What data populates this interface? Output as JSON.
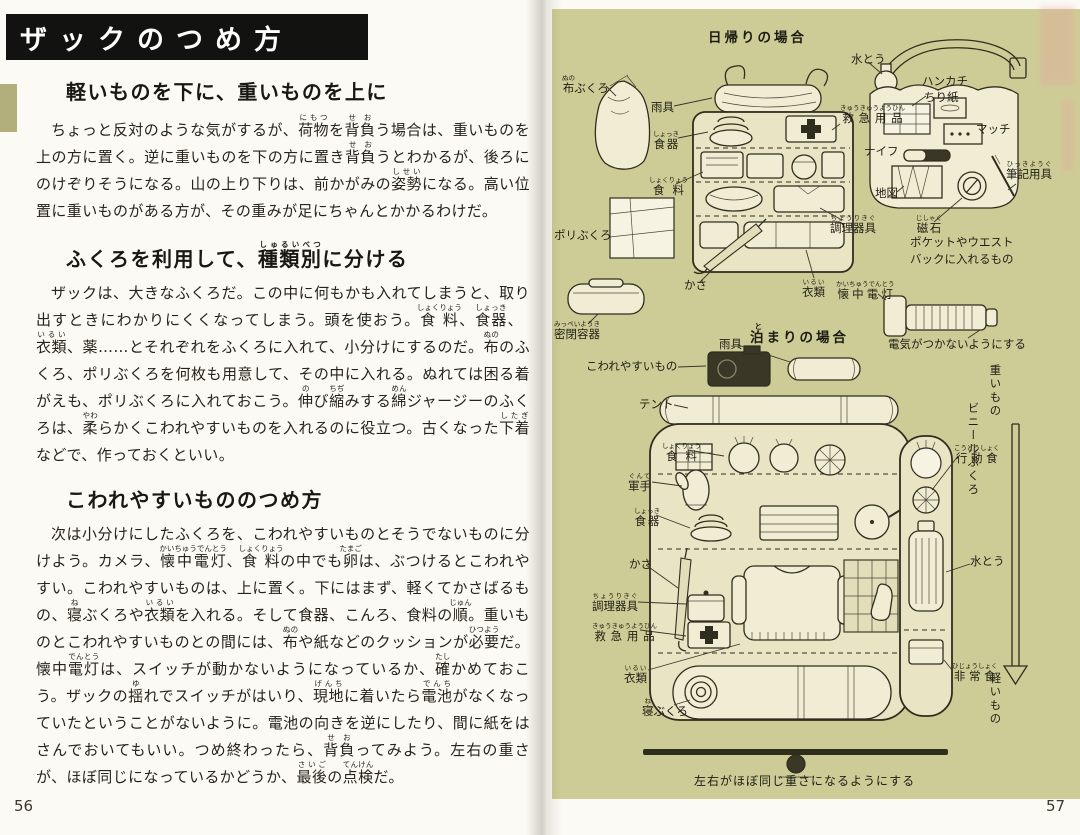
{
  "colors": {
    "page_olive": "#cecc96",
    "ink": "#2f2d1e",
    "banner": "#121210",
    "tab": "#b2af7c"
  },
  "page_left": {
    "title": "ザックのつめ方",
    "page_number": "56",
    "sections": [
      {
        "heading": "軽いものを下に、重いものを上に",
        "body": "ちょっと反対のような気がするが、⟦荷物|にもつ⟧を⟦背負|せお⟧う場合は、重いものを上の方に置く。逆に重いものを下の方に置き⟦背負|せお⟧うとわかるが、後ろにのけぞりそうになる。山の上り下りは、前かがみの⟦姿勢|しせい⟧になる。高い位置に重いものがある方が、その重みが足にちゃんとかかるわけだ。"
      },
      {
        "heading": "ふくろを利用して、⟦種類別|しゅるいべつ⟧に分ける",
        "body": "ザックは、大きなふくろだ。この中に何もかも入れてしまうと、取り出すときにわかりにくくなってしまう。頭を使おう。⟦食料|しょくりょう⟧、⟦食器|しょっき⟧、⟦衣類|いるい⟧、薬……とそれぞれをふくろに入れて、小分けにするのだ。⟦布|ぬの⟧のふくろ、ポリぶくろを何枚も用意して、その中に入れる。ぬれては困る着がえも、ポリぶくろに入れておこう。⟦伸|の⟧び⟦縮|ちぢ⟧みする⟦綿|めん⟧ジャージーのふくろは、⟦柔|やわ⟧らかくこわれやすいものを入れるのに役立つ。古くなった⟦下着|したぎ⟧などで、作っておくといい。"
      },
      {
        "heading": "こわれやすいもののつめ方",
        "body": "次は小分けにしたふくろを、こわれやすいものとそうでないものに分けよう。カメラ、⟦懐中電灯|かいちゅうでんとう⟧、⟦食料|しょくりょう⟧の中でも⟦卵|たまご⟧は、ぶつけるとこわれやすい。こわれやすいものは、上に置く。下にはまず、軽くてかさばるもの、⟦寝|ね⟧ぶくろや⟦衣類|いるい⟧を入れる。そして食器、こんろ、食料の⟦順|じゅん⟧。重いものとこわれやすいものとの間には、⟦布|ぬの⟧や紙などのクッションが⟦必要|ひつよう⟧だ。懐中⟦電灯|でんとう⟧は、スイッチが動かないようになっているか、⟦確|たし⟧かめておこう。ザックの⟦揺|ゆ⟧れでスイッチがはいり、⟦現地|げんち⟧に着いたら⟦電池|でんち⟧がなくなっていたということがないように。電池の向きを逆にしたり、間に紙をはさんでおいてもいい。つめ終わったら、⟦背負|せお⟧ってみよう。左右の重さが、ほぼ同じになっているかどうか、⟦最後|さいご⟧の⟦点検|てんけん⟧だ。"
      }
    ]
  },
  "page_right": {
    "page_number": "57",
    "day": {
      "title": "日帰りの場合",
      "labels": {
        "cloth_bag": "⟦布|ぬの⟧ぶくろ",
        "rain_gear": "雨具",
        "canteen": "水とう",
        "handkerchief": "ハンカチ",
        "tissue": "ちり紙",
        "first_aid": "⟦救急用品|きゅうきゅうようひん⟧",
        "matches": "マッチ",
        "dishes": "⟦食器|しょっき⟧",
        "knife": "ナイフ",
        "food": "⟦食料|しょくりょう⟧",
        "map": "地図",
        "stationery": "⟦筆記用具|ひっきようぐ⟧",
        "compass": "⟦磁石|じしゃく⟧",
        "cooking_gear": "⟦調理器具|ちょうりきぐ⟧",
        "poly_bag": "ポリぶくろ",
        "pocket_note": "ポケットやウエストバックに入れるもの",
        "umbrella": "かさ",
        "clothes": "⟦衣類|いるい⟧",
        "flashlight": "⟦懐中電灯|かいちゅうでんとう⟧",
        "sealed_container": "⟦密閉容器|みっぺいようき⟧"
      }
    },
    "overnight": {
      "title": "⟦泊|と⟧まりの場合",
      "labels": {
        "rain_gear": "雨具",
        "flashlight_note": "電気がつかないようにする",
        "fragile": "こわれやすいもの",
        "tent": "テント",
        "heavy": "重いもの",
        "vinyl_bag": "ビニールぶくろ",
        "food": "⟦食料|しょくりょう⟧",
        "trail_food": "⟦行動食|こうどうしょく⟧",
        "gloves": "⟦軍手|ぐんて⟧",
        "dishes": "⟦食器|しょっき⟧",
        "umbrella": "かさ",
        "canteen": "水とう",
        "cooking_gear": "⟦調理器具|ちょうりきぐ⟧",
        "first_aid": "⟦救急用品|きゅうきゅうようひん⟧",
        "clothes": "⟦衣類|いるい⟧",
        "emergency_food": "⟦非常食|ひじょうしょく⟧",
        "light": "軽いもの",
        "sleeping_bag": "⟦寝|ね⟧ぶくろ",
        "balance_note": "左右がほぼ同じ重さになるようにする"
      }
    }
  }
}
